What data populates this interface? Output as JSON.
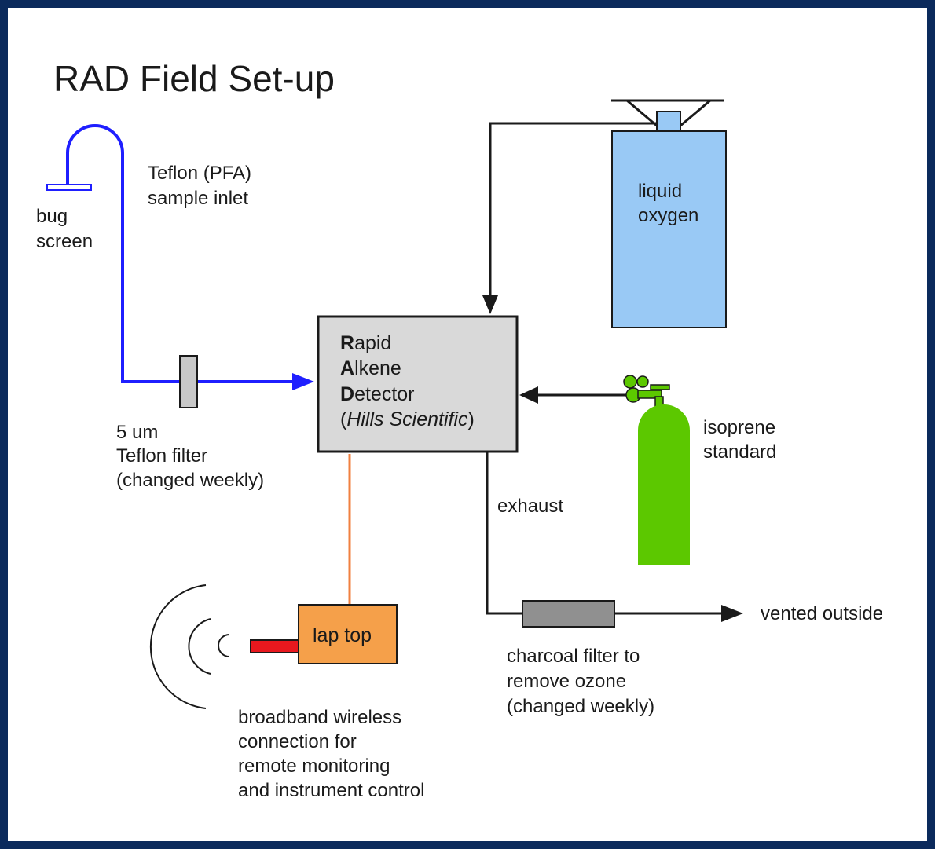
{
  "title": "RAD Field Set-up",
  "labels": {
    "bug_screen": [
      "bug",
      "screen"
    ],
    "inlet": [
      "Teflon (PFA)",
      "sample inlet"
    ],
    "teflon_filter": [
      "5 um",
      "Teflon filter",
      "(changed weekly)"
    ],
    "liquid_oxygen": [
      "liquid",
      "oxygen"
    ],
    "detector": {
      "line1_initial": "R",
      "line1_rest": "apid",
      "line2_initial": "A",
      "line2_rest": "lkene",
      "line3_initial": "D",
      "line3_rest": "etector",
      "line4_open": "(",
      "line4_italic": "Hills Scientific",
      "line4_close": ")"
    },
    "isoprene": [
      "isoprene",
      "standard"
    ],
    "exhaust": "exhaust",
    "vented": "vented outside",
    "charcoal": [
      "charcoal filter to",
      "remove ozone",
      "(changed weekly)"
    ],
    "laptop": "lap top",
    "wireless": [
      "broadband wireless",
      "connection for",
      "remote monitoring",
      "and instrument control"
    ]
  },
  "colors": {
    "border": "#0b2a5c",
    "inlet_tube": "#1f1fff",
    "detector_fill": "#d9d9d9",
    "oxygen_tank": "#99c9f5",
    "isoprene_cylinder": "#5cc800",
    "laptop_fill": "#f5a04a",
    "laptop_link": "#f08040",
    "antenna": "#e8181e",
    "charcoal_fill": "#909090"
  }
}
